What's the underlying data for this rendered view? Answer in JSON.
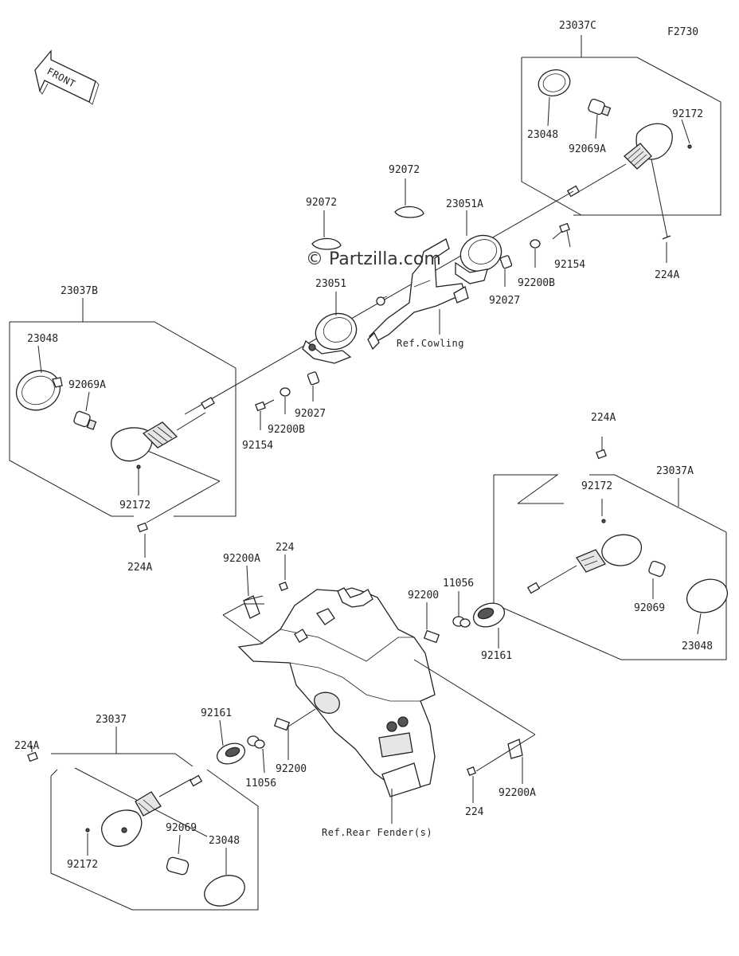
{
  "figure_code": "F2730",
  "front_label": "FRONT",
  "watermark": "© Partzilla.com",
  "refs": {
    "cowling": "Ref.Cowling",
    "rear_fender": "Ref.Rear Fender(s)"
  },
  "labels": {
    "p23037C": "23037C",
    "p23048_c": "23048",
    "p92069A_c": "92069A",
    "p92172_c": "92172",
    "p224A_c": "224A",
    "p92072_a": "92072",
    "p92072_b": "92072",
    "p23051A": "23051A",
    "p92154_r": "92154",
    "p92200B_r": "92200B",
    "p92027_r": "92027",
    "p23051": "23051",
    "p23037B": "23037B",
    "p23048_b": "23048",
    "p92069A_b": "92069A",
    "p92172_b": "92172",
    "p224A_b": "224A",
    "p92027_l": "92027",
    "p92200B_l": "92200B",
    "p92154_l": "92154",
    "p224A_a": "224A",
    "p23037A": "23037A",
    "p92172_a": "92172",
    "p92069_a": "92069",
    "p23048_a": "23048",
    "p92161_r": "92161",
    "p11056_r": "11056",
    "p92200_r": "92200",
    "p92200A_l": "92200A",
    "p224_l": "224",
    "p23037": "23037",
    "p224A_d": "224A",
    "p92161_l": "92161",
    "p11056_l": "11056",
    "p92200_l": "92200",
    "p92172_d": "92172",
    "p92069_d": "92069",
    "p23048_d": "23048",
    "p224_r": "224",
    "p92200A_r": "92200A"
  }
}
